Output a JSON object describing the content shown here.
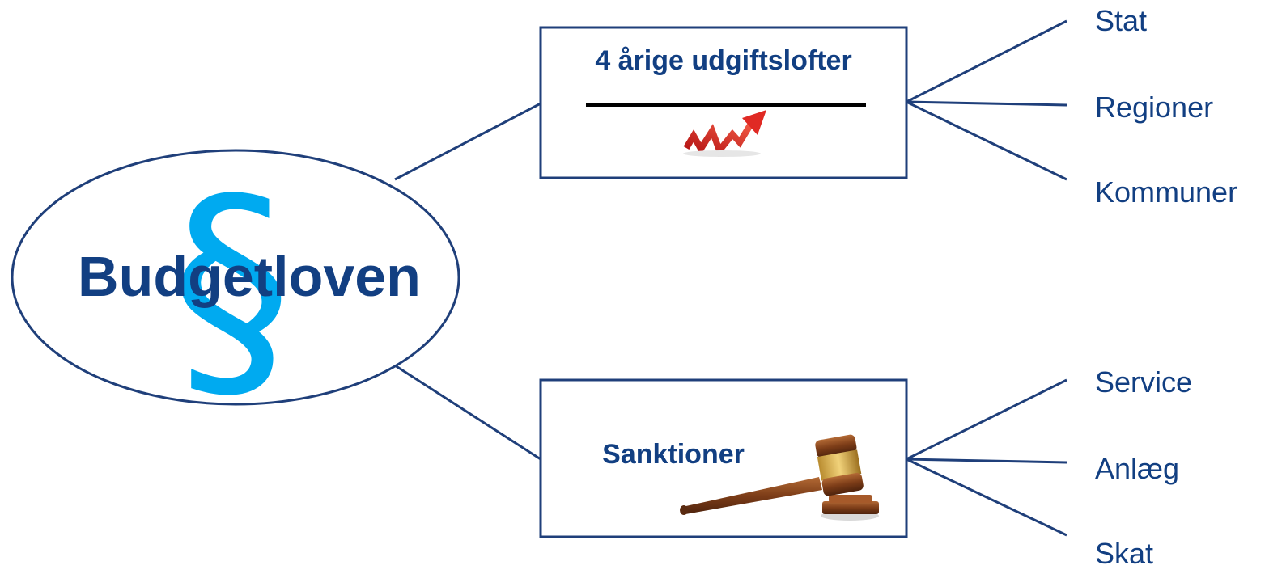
{
  "center": {
    "symbol": "§",
    "title": "Budgetloven"
  },
  "top_box": {
    "title": "4 årige udgiftslofter",
    "icon": "rising-red-arrow-icon",
    "branches": [
      "Stat",
      "Regioner",
      "Kommuner"
    ]
  },
  "bottom_box": {
    "title": "Sanktioner",
    "icon": "gavel-icon",
    "branches": [
      "Service",
      "Anlæg",
      "Skat"
    ]
  },
  "colors": {
    "line": "#1f3f7a",
    "text": "#123f82",
    "accent": "#00aaf0",
    "arrow": "#e02a24",
    "gavel": "#8b4a22"
  }
}
